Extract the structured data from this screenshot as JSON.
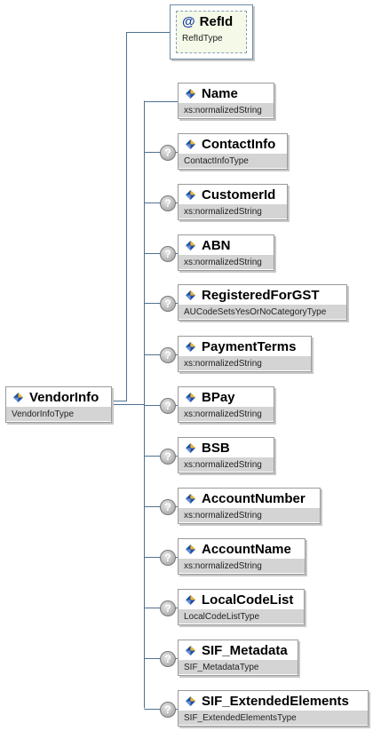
{
  "root": {
    "name": "VendorInfo",
    "type": "VendorInfoType"
  },
  "attribute": {
    "name": "RefId",
    "type": "RefIdType"
  },
  "optional_symbol": "?",
  "elements": [
    {
      "name": "Name",
      "type": "xs:normalizedString",
      "optional": false
    },
    {
      "name": "ContactInfo",
      "type": "ContactInfoType",
      "optional": true
    },
    {
      "name": "CustomerId",
      "type": "xs:normalizedString",
      "optional": true
    },
    {
      "name": "ABN",
      "type": "xs:normalizedString",
      "optional": true
    },
    {
      "name": "RegisteredForGST",
      "type": "AUCodeSetsYesOrNoCategoryType",
      "optional": true
    },
    {
      "name": "PaymentTerms",
      "type": "xs:normalizedString",
      "optional": true
    },
    {
      "name": "BPay",
      "type": "xs:normalizedString",
      "optional": true
    },
    {
      "name": "BSB",
      "type": "xs:normalizedString",
      "optional": true
    },
    {
      "name": "AccountNumber",
      "type": "xs:normalizedString",
      "optional": true
    },
    {
      "name": "AccountName",
      "type": "xs:normalizedString",
      "optional": true
    },
    {
      "name": "LocalCodeList",
      "type": "LocalCodeListType",
      "optional": true
    },
    {
      "name": "SIF_Metadata",
      "type": "SIF_MetadataType",
      "optional": true
    },
    {
      "name": "SIF_ExtendedElements",
      "type": "SIF_ExtendedElementsType",
      "optional": true
    }
  ],
  "colors": {
    "connector": "#4f7290",
    "type_band": "#d4d4d4"
  }
}
